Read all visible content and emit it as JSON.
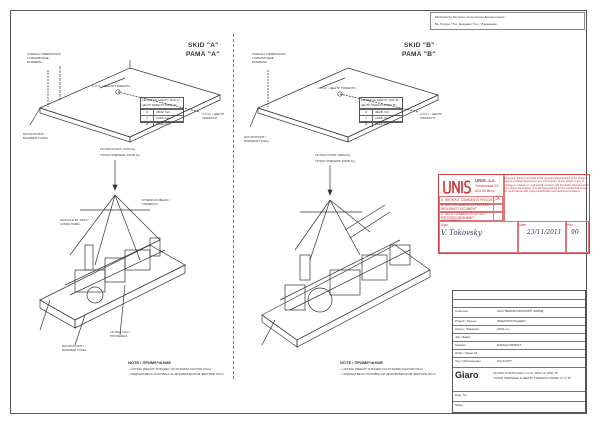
{
  "header": {
    "line1": "Мобилна бр.Ресурсно-Технолошки Документации",
    "line2": "Бр. Ресурс / Тех. Документ       Тех. / Изменение"
  },
  "skid_a": {
    "title_line1": "SKID \"A\"",
    "title_line2": "РАМА \"A\"",
    "overall_label": "OVERALL DIMENSIONS / ГАБАРИТНЫЕ РАЗМЕРЫ",
    "cog_label": "C.O.G. / ЦЕНТР ТЯЖЕСТИ",
    "datum_label": "DATUM POINT / БАЗОВАЯ ТОЧКА",
    "cog_table_title": "CENTER OF GRAVITY SKID \"A\" / ЦЕНТР ТЯЖЕСТИ РАМЫ \"A\"",
    "cog_rows": [
      {
        "axis": "X",
        "value": "2842 mm"
      },
      {
        "axis": "Y",
        "value": "1365 mm"
      },
      {
        "axis": "Z",
        "value": "1090 mm"
      }
    ],
    "lifting_point_line1": "LIFTING POINT   13100 Kg",
    "lifting_point_line2": "ТОЧКА ПОДЪЕМА 13100 Kg",
    "spreader_label": "STRENGTH BEAM / ТРАВЕРСА",
    "shackle_label": "SHACKLE BY SKID / СКОБА РАМЫ",
    "lug_label": "LIFTING LUG / ПРОУШИНА",
    "datum_label_2": "DATUM POINT / БАЗОВАЯ ТОЧКА",
    "note_title": "NOTE / ПРИМЕЧАНИЕ",
    "note_line1": "– LIFTING WEIGHT IS BASED ON DYNAMIC FACTOR OF=2",
    "note_line2": "– ПОДЪЕМ ВЕСА ОСНОВАН НА ДИНАМИЧЕСКОМ ФАКТОРЕ OF=2"
  },
  "skid_b": {
    "title_line1": "SKID \"B\"",
    "title_line2": "РАМА \"B\"",
    "overall_label": "OVERALL DIMENSIONS / ГАБАРИТНЫЕ РАЗМЕРЫ",
    "cog_label": "C.O.G. / ЦЕНТР ТЯЖЕСТИ",
    "datum_label": "DATUM POINT / БАЗОВАЯ ТОЧКА",
    "cog_table_title": "CENTER OF GRAVITY SKID \"B\" / ЦЕНТР ТЯЖЕСТИ РАМЫ \"B\"",
    "cog_rows": [
      {
        "axis": "X",
        "value": "4628 mm"
      },
      {
        "axis": "Y",
        "value": "1295 mm"
      },
      {
        "axis": "Z",
        "value": "1160 mm"
      }
    ],
    "lifting_point_line1": "LIFTING POINT   15900 Kg",
    "lifting_point_line2": "ТОЧКА ПОДЪЕМА 15900 Kg",
    "note_title": "NOTE / ПРИМЕЧАНИЕ",
    "note_line1": "– LIFTING WEIGHT IS BASED ON DYNAMIC FACTOR OF=2",
    "note_line2": "– ПОДЪЕМ ВЕСА ОСНОВАН НА ДИНАМИЧЕСКОМ ФАКТОРЕ OF=2"
  },
  "stamp": {
    "company": "UNIS, a.s.",
    "address1": "Jundrovská 33",
    "address2": "624 00 Brno",
    "mark_x": "X",
    "rows": [
      "A. WITHOUT COMMENTS PROCEED",
      "B. WITH COMMENTS PROCEED RESUBMIT DOCUMENT",
      "C. WITH COMMENTS DO NOT PROCEED RESUBMIT DOCUMENT"
    ],
    "approval_text": "Approval of this is intended to the general characteristics of the design and to principal dimensions only. Correctness of any details, if any, or changes in design or engineering, remains with the Seller. Approval shall not relieve the supplier of its full responsibility for the mechanical design in conformance with project specification and technical conditions.",
    "sign_label": "Sign:",
    "signature": "V. Tokovsky",
    "date_label": "Date:",
    "date": "23/11/2011",
    "rev_label": "Rev:",
    "rev": "90"
  },
  "titleblock": {
    "brand": "Giaro",
    "rows": [
      {
        "k": "Customer",
        "v": "ОАО \"ВЕЛИКОЛУКСКИЙ\" ЗАВОД"
      },
      {
        "k": "Project / Проект",
        "v": "ЭЛЕКТРОСТАНЦИЯ"
      },
      {
        "k": "Owner / Заказчик",
        "v": "UNIS a.s."
      },
      {
        "k": "Job / Заказ",
        "v": ""
      },
      {
        "k": "Supplier",
        "v": "MARLEY/SPRINT"
      },
      {
        "k": "Order / Заказ №",
        "v": ""
      },
      {
        "k": "Tag / Обозначение",
        "v": "GG 012/07"
      }
    ],
    "title_line1": "LIFTING POINTS AND C.O.G. SKID \"A\" AND \"B\"",
    "title_line2": "ТОЧКИ ПОДЪЕМА И ЦЕНТР ТЯЖЕСТИ РАМЫ \"A\" И \"B\"",
    "drawing_label": "Dwg. No.",
    "scale_label": "Scale"
  }
}
